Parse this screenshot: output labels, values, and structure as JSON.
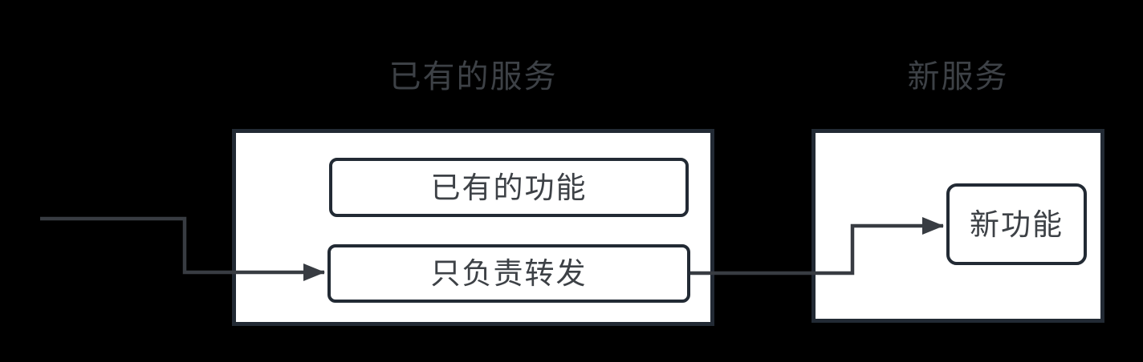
{
  "diagram": {
    "groups": [
      {
        "title": "已有的服务",
        "nodes": [
          {
            "label": "已有的功能"
          },
          {
            "label": "只负责转发"
          }
        ]
      },
      {
        "title": "新服务",
        "nodes": [
          {
            "label": "新功能"
          }
        ]
      }
    ],
    "edges": [
      {
        "name": "incoming-to-forward",
        "from": "external-left",
        "to": "只负责转发"
      },
      {
        "name": "forward-to-new",
        "from": "只负责转发",
        "to": "新功能"
      }
    ],
    "colors": {
      "background": "#000000",
      "box_fill": "#ffffff",
      "border": "#222a34",
      "line": "#383c42",
      "text": "#3d4146"
    }
  }
}
